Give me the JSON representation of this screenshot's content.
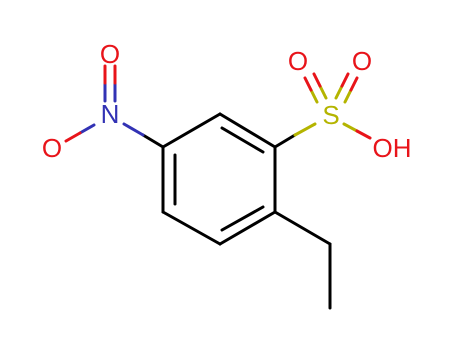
{
  "atoms": {
    "nitro_o_top": {
      "label": "O",
      "color": "#e8141a"
    },
    "nitro_n": {
      "label": "N",
      "color": "#3232b4"
    },
    "nitro_o_left": {
      "label": "O",
      "color": "#e8141a"
    },
    "sulfur": {
      "label": "S",
      "color": "#b4b400"
    },
    "sulfonyl_o1": {
      "label": "O",
      "color": "#e8141a"
    },
    "sulfonyl_o2": {
      "label": "O",
      "color": "#e8141a"
    },
    "hydroxyl": {
      "label": "OH",
      "color": "#e8141a"
    }
  },
  "colors": {
    "carbon_bond": "#000000",
    "nitrogen": "#3232b4",
    "oxygen": "#e8141a",
    "sulfur": "#b4b400",
    "background": "#ffffff"
  }
}
